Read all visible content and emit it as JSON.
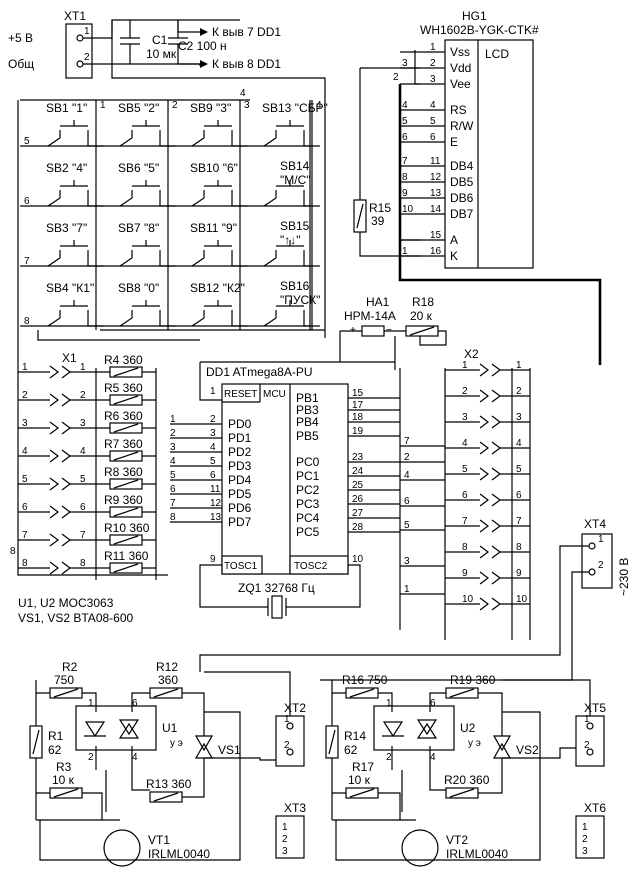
{
  "power": {
    "xt1": "XT1",
    "v5": "+5 В",
    "gnd": "Общ",
    "p1": "1",
    "p2": "2",
    "c1": "C1",
    "c1v": "10 мк",
    "c2": "C2 100 н",
    "to7": "К выв  7 DD1",
    "to8": "К выв  8 DD1"
  },
  "lcd": {
    "ref": "HG1",
    "model": "WH1602B-YGK-CTK#",
    "title": "LCD",
    "pins": [
      {
        "l": "",
        "n": "1",
        "f": "Vss"
      },
      {
        "l": "3",
        "n": "2",
        "f": "Vdd"
      },
      {
        "l": "",
        "n": "3",
        "f": "Vee"
      },
      {
        "l": "4",
        "n": "4",
        "f": "RS"
      },
      {
        "l": "5",
        "n": "5",
        "f": "R/W"
      },
      {
        "l": "6",
        "n": "6",
        "f": "E"
      },
      {
        "l": "7",
        "n": "11",
        "f": "DB4"
      },
      {
        "l": "8",
        "n": "12",
        "f": "DB5"
      },
      {
        "l": "9",
        "n": "13",
        "f": "DB6"
      },
      {
        "l": "10",
        "n": "14",
        "f": "DB7"
      },
      {
        "l": "",
        "n": "15",
        "f": "A"
      },
      {
        "l": "1",
        "n": "16",
        "f": "K"
      }
    ],
    "r15": "R15",
    "r15v": "39",
    "lbl2": "2"
  },
  "keys": {
    "rows": [
      [
        "SB1 \"1\"",
        "SB5 \"2\"",
        "SB9 \"3\"",
        "SB13 \"СБР\""
      ],
      [
        "SB2 \"4\"",
        "SB6 \"5\"",
        "SB10 \"6\"",
        "SB14|\"М/С\""
      ],
      [
        "SB3 \"7\"",
        "SB7 \"8\"",
        "SB11 \"9\"",
        "SB15|\"↑↓\""
      ],
      [
        "SB4 \"К1\"",
        "SB8 \"0\"",
        "SB12 \"К2\"",
        "SB16|\"ПУСК\""
      ]
    ],
    "cols": [
      "1",
      "2",
      "3",
      "4"
    ],
    "rowNums": [
      "5",
      "6",
      "7",
      "8"
    ]
  },
  "buzzer": {
    "ref": "HA1",
    "model": "НРМ-14А",
    "r18": "R18",
    "r18v": "20 к",
    "plus": "+",
    "minus": "−"
  },
  "x1": {
    "ref": "X1",
    "pins": [
      "1",
      "2",
      "3",
      "4",
      "5",
      "6",
      "7",
      "8"
    ],
    "res": [
      "R4 360",
      "R5 360",
      "R6 360",
      "R7 360",
      "R8 360",
      "R9 360",
      "R10 360",
      "R11 360"
    ],
    "side": "8"
  },
  "mcu": {
    "ref": "DD1 ATmega8A-PU",
    "mcu": "MCU",
    "reset": "RESET",
    "resetPin": "1",
    "left": [
      {
        "p": "2",
        "n": "PD0",
        "w": "1"
      },
      {
        "p": "3",
        "n": "PD1",
        "w": "2"
      },
      {
        "p": "4",
        "n": "PD2",
        "w": "3"
      },
      {
        "p": "5",
        "n": "PD3",
        "w": "4"
      },
      {
        "p": "6",
        "n": "PD4",
        "w": "5"
      },
      {
        "p": "11",
        "n": "PD5",
        "w": "6"
      },
      {
        "p": "12",
        "n": "PD6",
        "w": "7"
      },
      {
        "p": "13",
        "n": "PD7",
        "w": "8"
      }
    ],
    "right": [
      {
        "p": "15",
        "n": "PB1"
      },
      {
        "p": "17",
        "n": "PB3"
      },
      {
        "p": "18",
        "n": "PB4"
      },
      {
        "p": "19",
        "n": "PB5"
      },
      {
        "p": "23",
        "n": "PC0"
      },
      {
        "p": "24",
        "n": "PC1"
      },
      {
        "p": "25",
        "n": "PC2"
      },
      {
        "p": "26",
        "n": "PC3"
      },
      {
        "p": "27",
        "n": "PC4"
      },
      {
        "p": "28",
        "n": "PC5"
      }
    ],
    "tosc1": "TOSC1",
    "tosc2": "TOSC2",
    "p9": "9",
    "p10": "10",
    "xtal": "ZQ1 32768 Гц",
    "four": "4"
  },
  "x2": {
    "ref": "X2",
    "pins": [
      "1",
      "2",
      "3",
      "4",
      "5",
      "6",
      "7",
      "8",
      "9",
      "10"
    ],
    "left": [
      "7",
      "2",
      "4",
      "6",
      "5",
      "3",
      "1"
    ]
  },
  "notes": {
    "l1": "U1, U2 MOC3063",
    "l2": "VS1, VS2 BTA08-600"
  },
  "xt4": {
    "ref": "XT4",
    "p1": "1",
    "p2": "2",
    "v": "~230 В"
  },
  "ch1": {
    "r2": "R2",
    "r2v": "750",
    "r1": "R1",
    "r1v": "62",
    "r3": "R3",
    "r3v": "10 к",
    "r12": "R12",
    "r12v": "360",
    "r13": "R13 360",
    "u": "U1",
    "vs": "VS1",
    "ue": "у э",
    "xt2": "XT2",
    "xt3": "XT3",
    "vt": "VT1",
    "vtm": "IRLML0040",
    "p1": "1",
    "p2": "2",
    "p3": "3",
    "p4": "4",
    "p6": "6"
  },
  "ch2": {
    "r16": "R16 750",
    "r14": "R14",
    "r14v": "62",
    "r17": "R17",
    "r17v": "10 к",
    "r19": "R19 360",
    "r20": "R20 360",
    "u": "U2",
    "vs": "VS2",
    "ue": "у э",
    "xt5": "XT5",
    "xt6": "XT6",
    "vt": "VT2",
    "vtm": "IRLML0040",
    "p1": "1",
    "p2": "2",
    "p3": "3",
    "p4": "4",
    "p6": "6"
  }
}
